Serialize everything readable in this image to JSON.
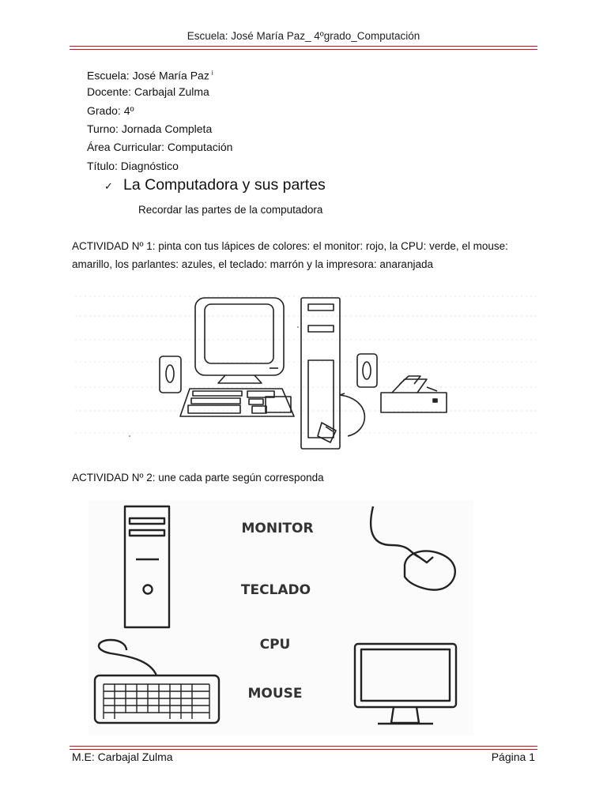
{
  "header": {
    "title": "Escuela: José María Paz_ 4ºgrado_Computación"
  },
  "info": {
    "school": "Escuela: José María Paz",
    "school_note": "i",
    "teacher": "Docente: Carbajal Zulma",
    "grade": "Grado: 4º",
    "shift": "Turno: Jornada Completa",
    "area": "Área Curricular: Computación",
    "title": "Título: Diagnóstico"
  },
  "section": {
    "bullet": "✓",
    "heading": "La Computadora y sus partes",
    "subheading": "Recordar las partes de la computadora"
  },
  "activity1": {
    "line1": "ACTIVIDAD Nº 1: pinta con tus lápices de colores: el monitor: rojo, la CPU: verde,  el mouse:",
    "line2": "amarillo, los parlantes: azules, el teclado: marrón y la impresora: anaranjada"
  },
  "activity2": {
    "text": "ACTIVIDAD Nº 2: une cada parte  según corresponda",
    "labels": [
      "MONITOR",
      "TECLADO",
      "CPU",
      "MOUSE"
    ]
  },
  "footer": {
    "left": "M.E: Carbajal Zulma",
    "right": "Página 1"
  }
}
